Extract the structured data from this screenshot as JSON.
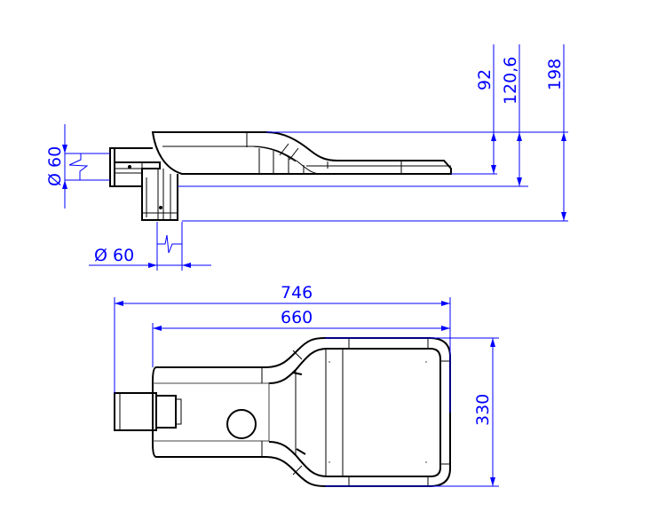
{
  "side_view": {
    "dims": {
      "height_92": "92",
      "height_120_6": "120,6",
      "height_198": "198",
      "tube_diameter_left": "Ø 60",
      "tube_diameter_bottom": "Ø 60"
    }
  },
  "top_view": {
    "dims": {
      "length_746": "746",
      "length_660": "660",
      "width_330": "330"
    }
  },
  "colors": {
    "dimension": "#0000ff",
    "outline": "#000000"
  }
}
